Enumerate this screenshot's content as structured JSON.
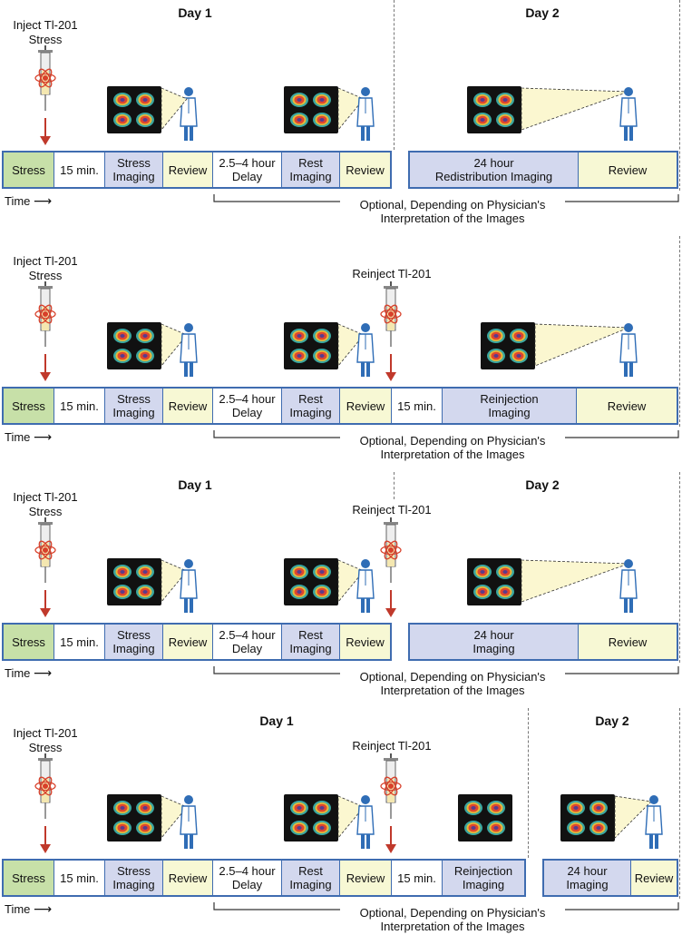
{
  "panels": [
    {
      "day1": "Day 1",
      "day2": "Day 2",
      "inject": "Inject Tl-201",
      "stress": "Stress",
      "reinject": "",
      "time": "Time",
      "optional_1": "Optional, Depending on Physician's",
      "optional_2": "Interpretation of the Images",
      "segments": [
        {
          "t1": "Stress",
          "t2": ""
        },
        {
          "t1": "15 min.",
          "t2": ""
        },
        {
          "t1": "Stress",
          "t2": "Imaging"
        },
        {
          "t1": "Review",
          "t2": ""
        },
        {
          "t1": "2.5–4 hour",
          "t2": "Delay"
        },
        {
          "t1": "Rest",
          "t2": "Imaging"
        },
        {
          "t1": "Review",
          "t2": ""
        }
      ],
      "segments_b": [
        {
          "t1": "24 hour",
          "t2": "Redistribution Imaging"
        },
        {
          "t1": "Review",
          "t2": ""
        }
      ]
    },
    {
      "inject": "Inject Tl-201",
      "stress": "Stress",
      "reinject": "Reinject Tl-201",
      "time": "Time",
      "optional_1": "Optional, Depending on Physician's",
      "optional_2": "Interpretation of the Images",
      "segments": [
        {
          "t1": "Stress",
          "t2": ""
        },
        {
          "t1": "15 min.",
          "t2": ""
        },
        {
          "t1": "Stress",
          "t2": "Imaging"
        },
        {
          "t1": "Review",
          "t2": ""
        },
        {
          "t1": "2.5–4 hour",
          "t2": "Delay"
        },
        {
          "t1": "Rest",
          "t2": "Imaging"
        },
        {
          "t1": "Review",
          "t2": ""
        },
        {
          "t1": "15 min.",
          "t2": ""
        },
        {
          "t1": "Reinjection",
          "t2": "Imaging"
        },
        {
          "t1": "Review",
          "t2": ""
        }
      ]
    },
    {
      "day1": "Day 1",
      "day2": "Day 2",
      "inject": "Inject Tl-201",
      "stress": "Stress",
      "reinject": "Reinject Tl-201",
      "time": "Time",
      "optional_1": "Optional, Depending on Physician's",
      "optional_2": "Interpretation of the Images",
      "segments": [
        {
          "t1": "Stress",
          "t2": ""
        },
        {
          "t1": "15 min.",
          "t2": ""
        },
        {
          "t1": "Stress",
          "t2": "Imaging"
        },
        {
          "t1": "Review",
          "t2": ""
        },
        {
          "t1": "2.5–4 hour",
          "t2": "Delay"
        },
        {
          "t1": "Rest",
          "t2": "Imaging"
        },
        {
          "t1": "Review",
          "t2": ""
        }
      ],
      "segments_b": [
        {
          "t1": "24 hour",
          "t2": "Imaging"
        },
        {
          "t1": "Review",
          "t2": ""
        }
      ]
    },
    {
      "day1": "Day 1",
      "day2": "Day 2",
      "inject": "Inject Tl-201",
      "stress": "Stress",
      "reinject": "Reinject Tl-201",
      "time": "Time",
      "optional_1": "Optional, Depending on Physician's",
      "optional_2": "Interpretation of the Images",
      "segments": [
        {
          "t1": "Stress",
          "t2": ""
        },
        {
          "t1": "15 min.",
          "t2": ""
        },
        {
          "t1": "Stress",
          "t2": "Imaging"
        },
        {
          "t1": "Review",
          "t2": ""
        },
        {
          "t1": "2.5–4 hour",
          "t2": "Delay"
        },
        {
          "t1": "Rest",
          "t2": "Imaging"
        },
        {
          "t1": "Review",
          "t2": ""
        },
        {
          "t1": "15 min.",
          "t2": ""
        },
        {
          "t1": "Reinjection",
          "t2": "Imaging"
        }
      ],
      "segments_b": [
        {
          "t1": "24 hour",
          "t2": "Imaging"
        },
        {
          "t1": "Review",
          "t2": ""
        }
      ]
    }
  ]
}
